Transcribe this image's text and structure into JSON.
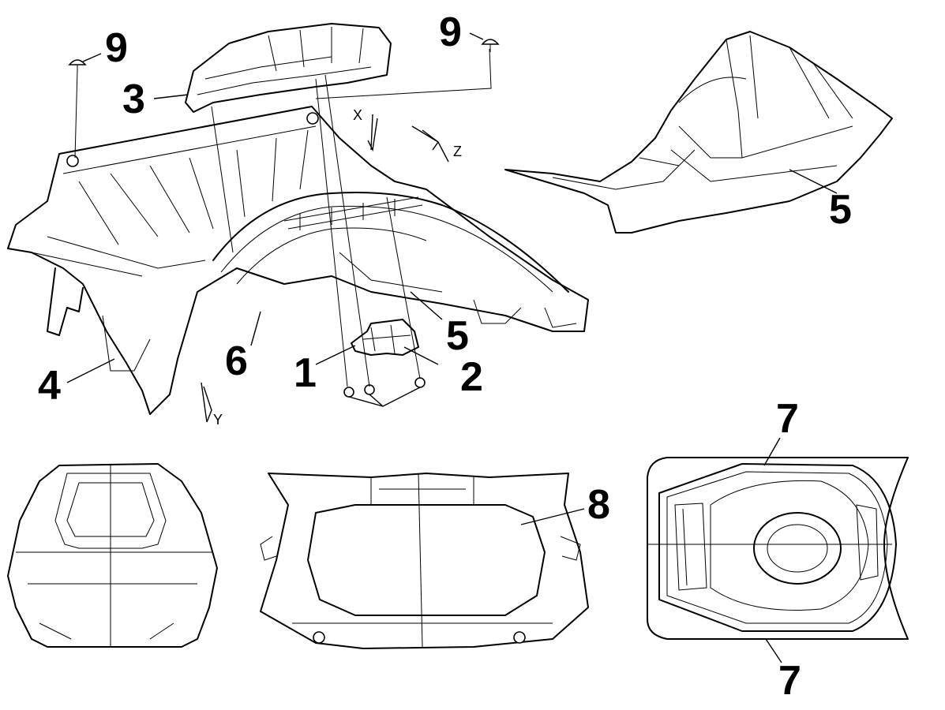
{
  "callouts": {
    "c1": "1",
    "c2": "2",
    "c3": "3",
    "c4": "4",
    "c5a": "5",
    "c5b": "5",
    "c6": "6",
    "c7a": "7",
    "c7b": "7",
    "c8": "8",
    "c9a": "9",
    "c9b": "9"
  },
  "axes": {
    "x": "X",
    "y": "Y",
    "z": "Z"
  },
  "colors": {
    "line": "#000000",
    "background": "#ffffff"
  }
}
